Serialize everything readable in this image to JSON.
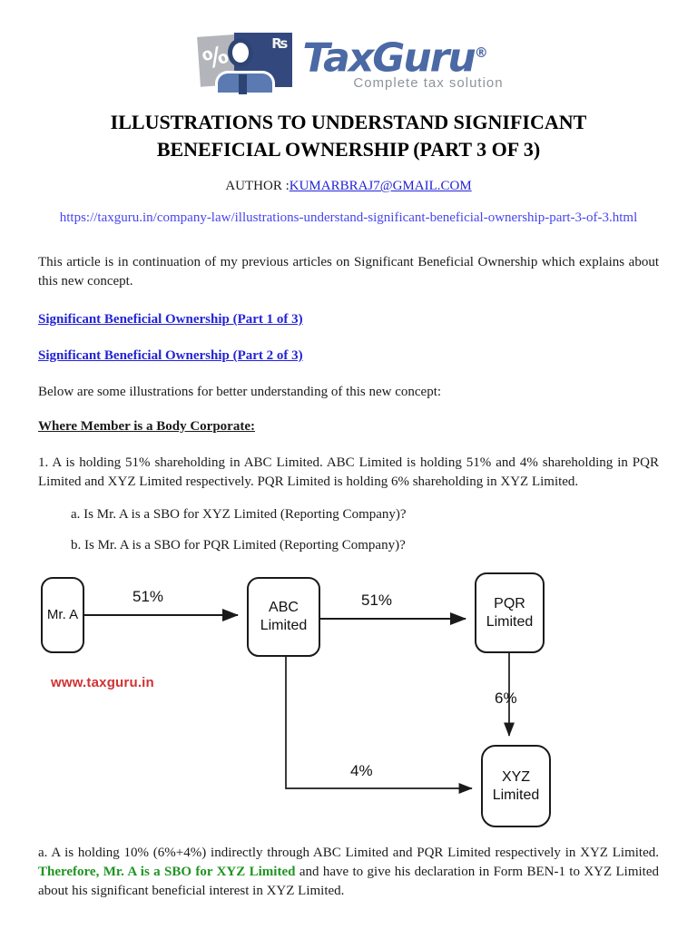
{
  "page": {
    "logo": {
      "brand": "TaxGuru",
      "registered_mark": "®",
      "tagline": "Complete tax solution",
      "icon_percent": "%",
      "icon_rs": "₨"
    },
    "title": "ILLUSTRATIONS TO UNDERSTAND SIGNIFICANT BENEFICIAL OWNERSHIP (PART 3 OF 3)",
    "author_label": "AUTHOR :",
    "author_email": "KUMARBRAJ7@GMAIL.COM",
    "source_url": "https://taxguru.in/company-law/illustrations-understand-significant-beneficial-ownership-part-3-of-3.html",
    "intro": "This article is in continuation of my previous articles on Significant Beneficial Ownership which explains about this new concept.",
    "links": [
      {
        "label": "Significant Beneficial Ownership (Part 1 of 3)"
      },
      {
        "label": "Significant Beneficial Ownership (Part 2 of 3)"
      }
    ],
    "below_text": "Below are some illustrations for better understanding of this new concept:",
    "section_heading": "Where Member is a Body Corporate:",
    "case_text": "1. A is holding 51% shareholding in ABC Limited. ABC Limited is holding 51% and 4% shareholding in PQR Limited and XYZ Limited respectively. PQR Limited is holding 6% shareholding in XYZ Limited.",
    "question_a": "a. Is Mr. A is a SBO for XYZ Limited (Reporting Company)?",
    "question_b": "b. Is Mr. A is a SBO for PQR Limited (Reporting Company)?",
    "diagram": {
      "watermark": "www.taxguru.in",
      "nodes": {
        "mr_a": "Mr. A",
        "abc": "ABC Limited",
        "pqr": "PQR Limited",
        "xyz": "XYZ Limited"
      },
      "edges": {
        "mr_a_to_abc": "51%",
        "abc_to_pqr": "51%",
        "pqr_to_xyz": "6%",
        "abc_to_xyz": "4%"
      }
    },
    "answer": {
      "part1": "a. A is holding 10% (6%+4%) indirectly through ABC Limited and PQR Limited respectively in XYZ Limited. ",
      "highlight": "Therefore, Mr. A is a SBO for XYZ Limited",
      "part2": " and have to give his declaration in Form BEN-1 to XYZ Limited about his significant beneficial interest in XYZ Limited."
    },
    "colors": {
      "link_blue": "#2323d6",
      "url_blue": "#4646ee",
      "highlight_green": "#1f9421",
      "watermark_red": "#d03232",
      "brand_blue": "#4a69a5"
    }
  }
}
